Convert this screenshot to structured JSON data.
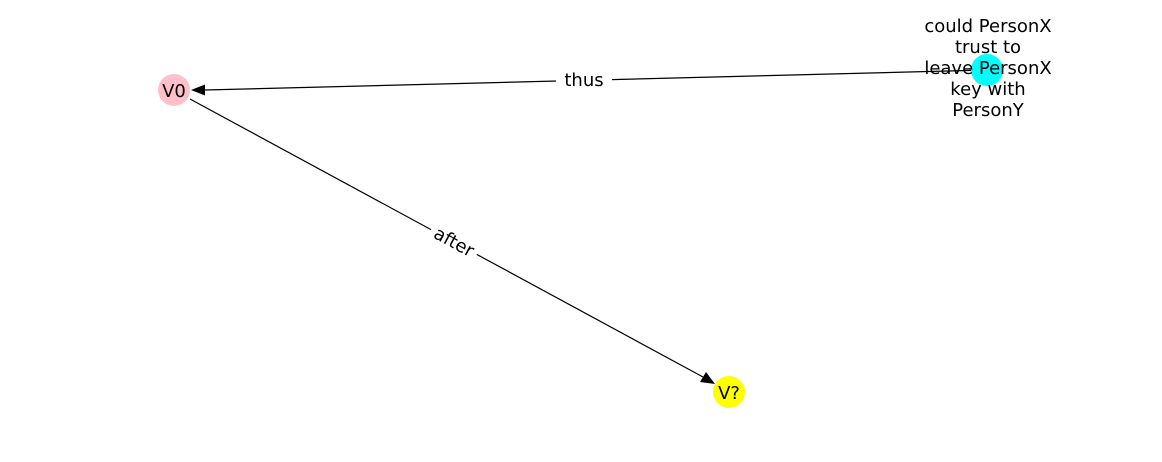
{
  "graph": {
    "nodes": [
      {
        "id": "n0",
        "label": "V0",
        "color": "#ffc0cb"
      },
      {
        "id": "n1",
        "label": [
          "could PersonX",
          "trust to",
          "leave PersonX",
          "key with",
          "PersonY"
        ],
        "color": "#00ffff"
      },
      {
        "id": "n2",
        "label": "V?",
        "color": "#ffff00"
      }
    ],
    "edges": [
      {
        "id": "e0",
        "from": "n1",
        "to": "n0",
        "label": "thus"
      },
      {
        "id": "e1",
        "from": "n0",
        "to": "n2",
        "label": "after"
      }
    ]
  }
}
